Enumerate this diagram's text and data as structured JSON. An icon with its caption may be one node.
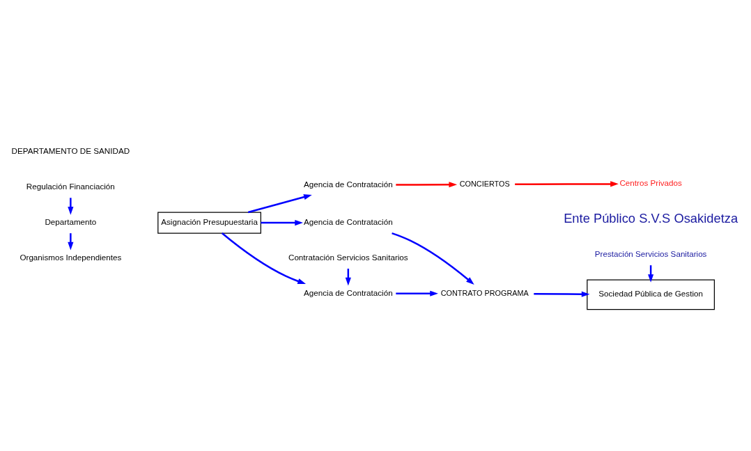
{
  "diagram": {
    "nodes": [
      {
        "text": [
          "Regulación Financiación"
        ]
      },
      {
        "text": [
          "Departamento"
        ]
      },
      {
        "text": [
          "Organismos Independientes"
        ]
      },
      {
        "text": [
          "Asignación Presupuestaria"
        ]
      },
      {
        "text": [
          "Contratación Servicios Sanitarios"
        ]
      },
      {
        "text": [
          "Agencia de Contratación"
        ]
      },
      {
        "text": [
          "Agencia de Contratación"
        ]
      },
      {
        "text": [
          "Agencia de Contratación"
        ]
      },
      {
        "text": [
          "CONTRATO PROGRAMA"
        ]
      },
      {
        "text": [
          "CONCIERTOS"
        ]
      },
      {
        "text": [
          "Prestación Servicios Sanitarios"
        ]
      },
      {
        "text": [
          "Sociedad Pública de Gestion"
        ]
      },
      {
        "text": [
          "Centros Privados"
        ]
      }
    ],
    "edges": [
      {
        "from": 0,
        "to": 1,
        "arrow": "to"
      },
      {
        "from": 1,
        "to": 2,
        "arrow": "to"
      },
      {
        "from": 3,
        "to": 5,
        "arrow": "to"
      },
      {
        "from": 3,
        "to": 6,
        "arrow": "to"
      },
      {
        "from": 3,
        "to": 7,
        "arrow": "to"
      },
      {
        "from": 4,
        "to": 5,
        "arrow": "to"
      },
      {
        "from": 5,
        "to": 8,
        "arrow": "to"
      },
      {
        "from": 6,
        "to": 8,
        "arrow": "to"
      },
      {
        "from": 7,
        "to": 9,
        "arrow": "to",
        "color": "#ff0000"
      },
      {
        "from": 8,
        "to": 11,
        "arrow": "to"
      },
      {
        "from": 10,
        "to": 11,
        "arrow": "to"
      },
      {
        "from": 9,
        "to": 12,
        "arrow": "to",
        "color": "#ff0000"
      }
    ],
    "labels": [
      "Ente Público S.V.S Osakidetza",
      "DEPARTAMENTO DE SANIDAD"
    ]
  }
}
